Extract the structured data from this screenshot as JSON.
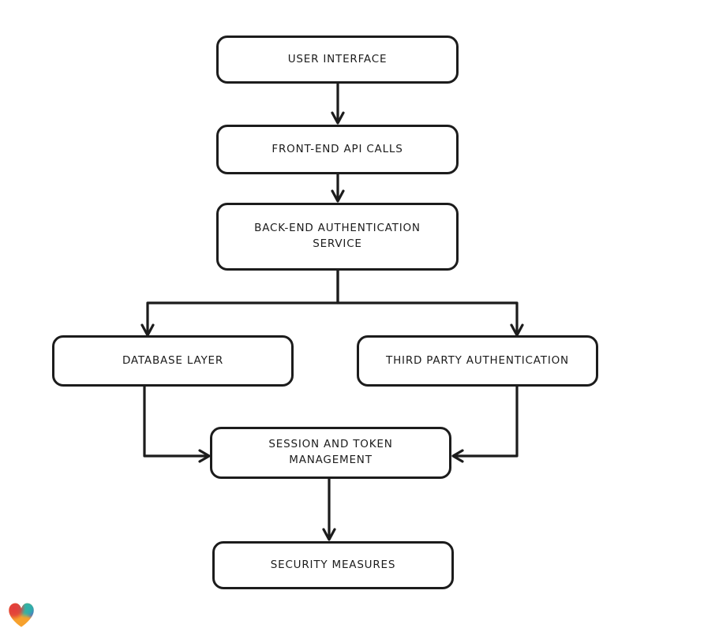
{
  "diagram": {
    "type": "flowchart",
    "nodes": [
      {
        "id": "user-interface",
        "label": "USER INTERFACE"
      },
      {
        "id": "front-end-api-calls",
        "label": "FRONT-END API CALLS"
      },
      {
        "id": "back-end-authentication-service",
        "label": "BACK-END AUTHENTICATION SERVICE"
      },
      {
        "id": "database-layer",
        "label": "DATABASE LAYER"
      },
      {
        "id": "third-party-authentication",
        "label": "THIRD PARTY AUTHENTICATION"
      },
      {
        "id": "session-and-token-management",
        "label": "SESSION AND TOKEN MANAGEMENT"
      },
      {
        "id": "security-measures",
        "label": "SECURITY MEASURES"
      }
    ],
    "edges": [
      {
        "from": "user-interface",
        "to": "front-end-api-calls"
      },
      {
        "from": "front-end-api-calls",
        "to": "back-end-authentication-service"
      },
      {
        "from": "back-end-authentication-service",
        "to": "database-layer"
      },
      {
        "from": "back-end-authentication-service",
        "to": "third-party-authentication"
      },
      {
        "from": "database-layer",
        "to": "session-and-token-management"
      },
      {
        "from": "third-party-authentication",
        "to": "session-and-token-management"
      },
      {
        "from": "session-and-token-management",
        "to": "security-measures"
      }
    ],
    "colors": {
      "stroke": "#1c1c1c",
      "node_fill": "#ffffff",
      "background": "#ffffff"
    }
  },
  "logo": {
    "icon": "heart-icon",
    "colors": {
      "red": "#e23b3b",
      "orange": "#f6a12d",
      "teal": "#2cb3a9",
      "blue": "#4b63d6"
    }
  }
}
